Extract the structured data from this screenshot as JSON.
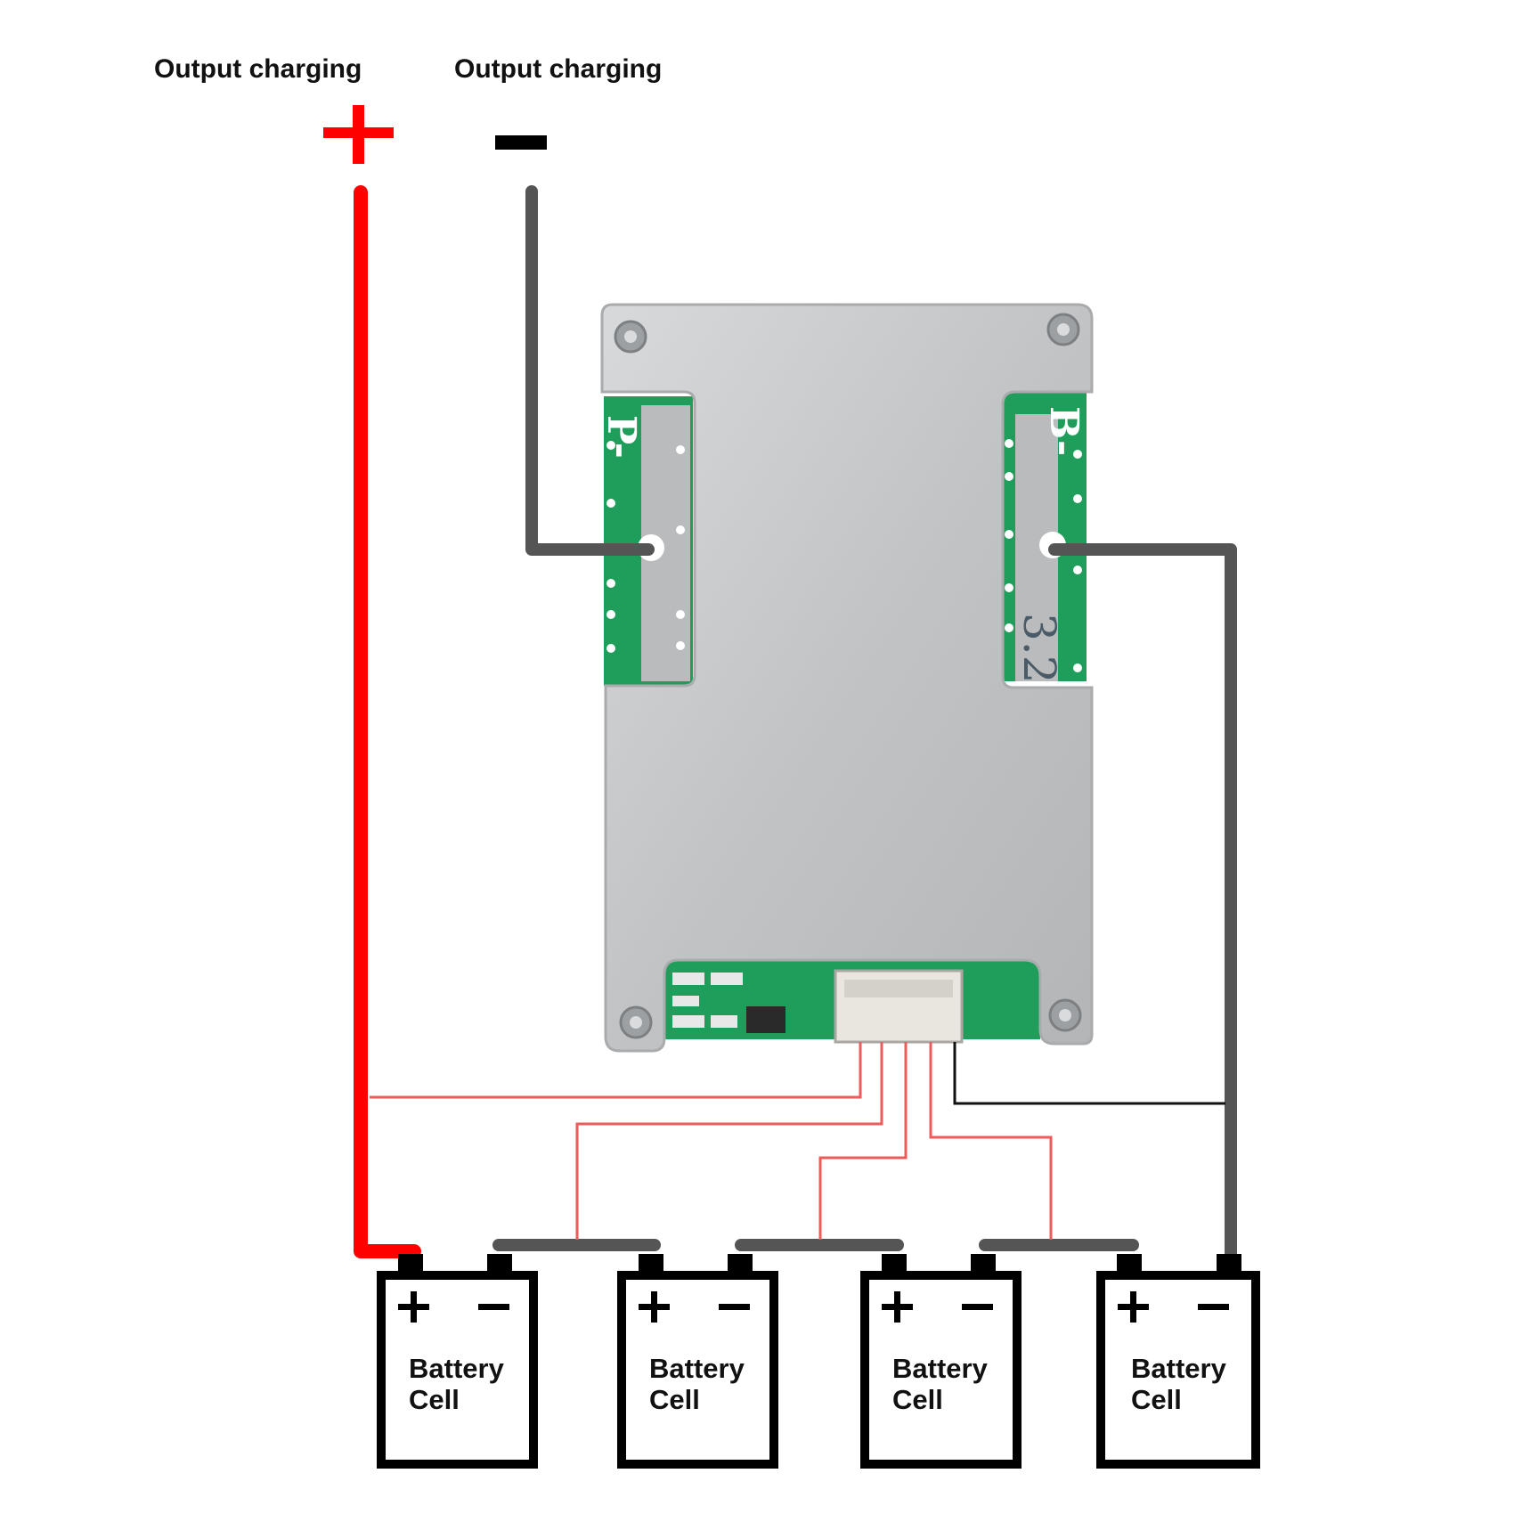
{
  "output_labels": {
    "positive": "Output charging",
    "negative": "Output charging"
  },
  "bms_board": {
    "pads": {
      "left": "P-",
      "right": "B-"
    },
    "marking": "3.2"
  },
  "battery_cells": [
    {
      "line1": "Battery",
      "line2": "Cell"
    },
    {
      "line1": "Battery",
      "line2": "Cell"
    },
    {
      "line1": "Battery",
      "line2": "Cell"
    },
    {
      "line1": "Battery",
      "line2": "Cell"
    }
  ],
  "colors": {
    "positive_wire": "#ff0000",
    "negative_wire": "#555555",
    "balance_wire": "#ef5a5a",
    "b_minus_balance_wire": "#111111",
    "pcb_green": "#1e9e5a",
    "board_metal": "#c4c6c8"
  }
}
